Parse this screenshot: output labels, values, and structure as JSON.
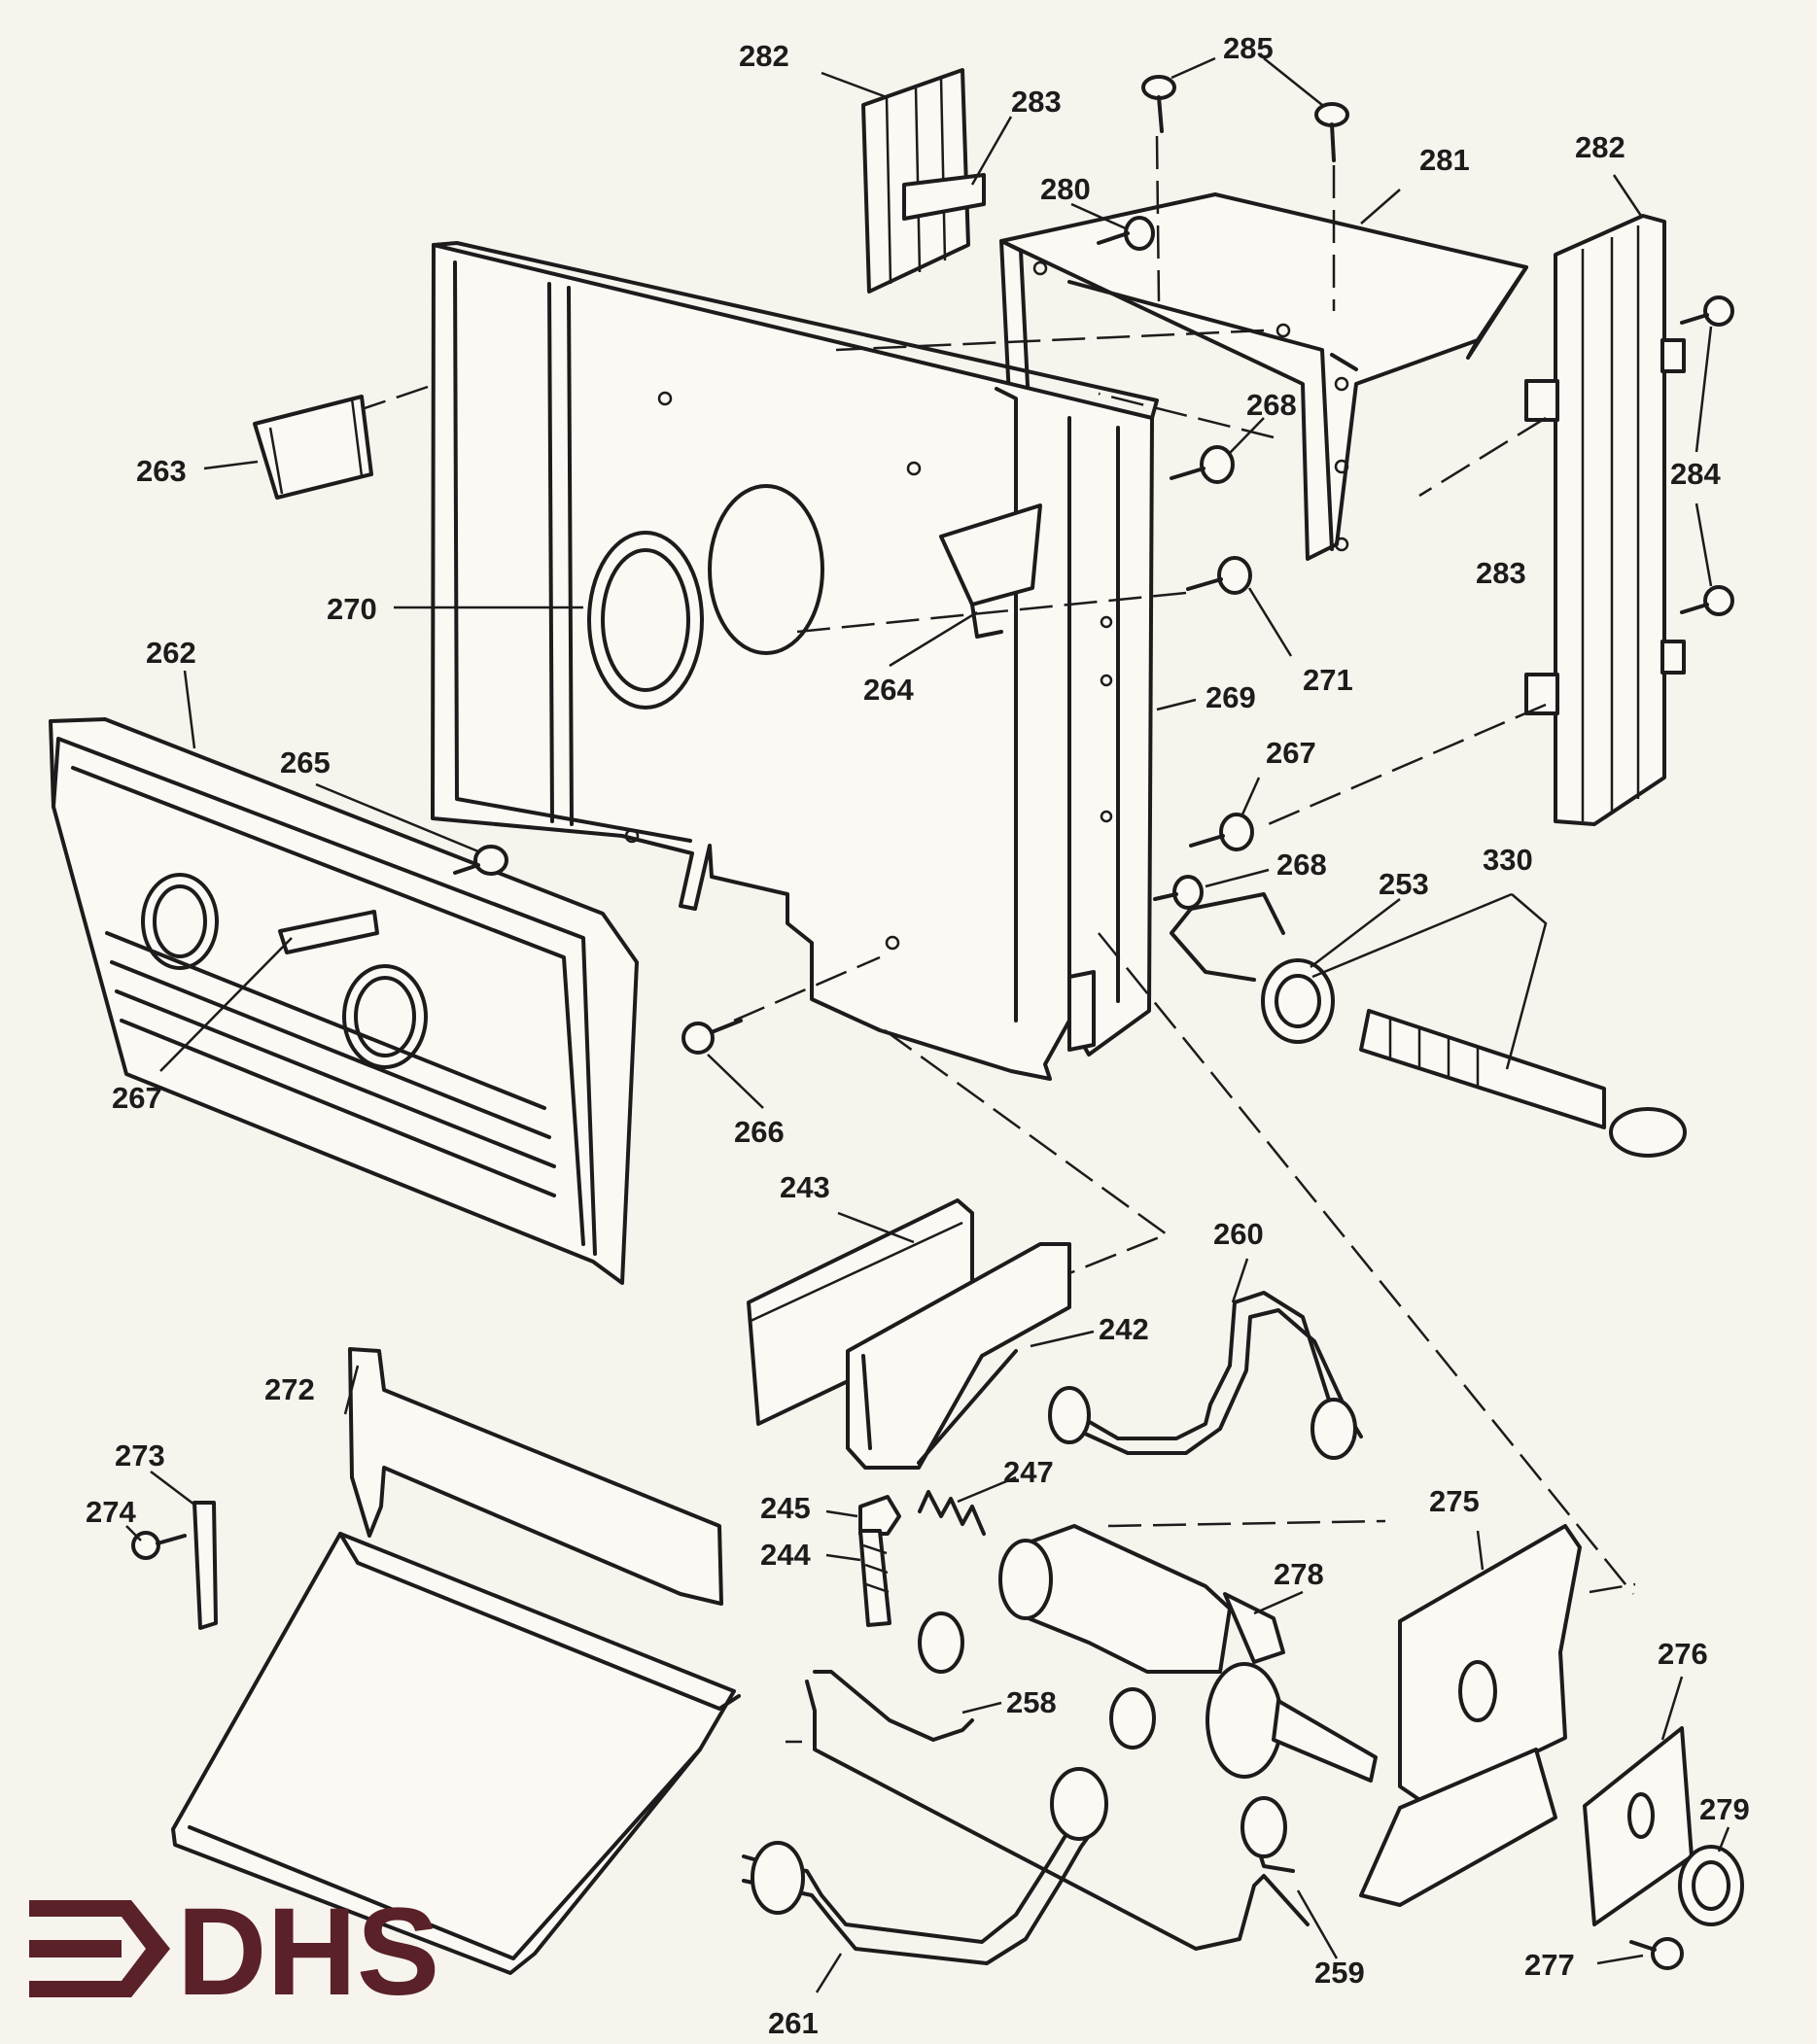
{
  "callouts": {
    "c282a": "282",
    "c283a": "283",
    "c285": "285",
    "c280": "280",
    "c281": "281",
    "c282b": "282",
    "c284": "284",
    "c283b": "283",
    "c268a": "268",
    "c263": "263",
    "c270": "270",
    "c264": "264",
    "c271": "271",
    "c262": "262",
    "c269": "269",
    "c265": "265",
    "c267a": "267",
    "c268b": "268",
    "c253": "253",
    "c330": "330",
    "c267b": "267",
    "c266": "266",
    "c243": "243",
    "c260": "260",
    "c242": "242",
    "c272": "272",
    "c273": "273",
    "c274": "274",
    "c247": "247",
    "c245": "245",
    "c244": "244",
    "c275": "275",
    "c278": "278",
    "c258": "258",
    "c276": "276",
    "c279": "279",
    "c277": "277",
    "c261": "261",
    "c259": "259"
  },
  "logo": {
    "text": "DHS",
    "color": "#5a2128"
  },
  "colors": {
    "ink": "#1d1b1b",
    "paper": "#f7f4ee"
  }
}
